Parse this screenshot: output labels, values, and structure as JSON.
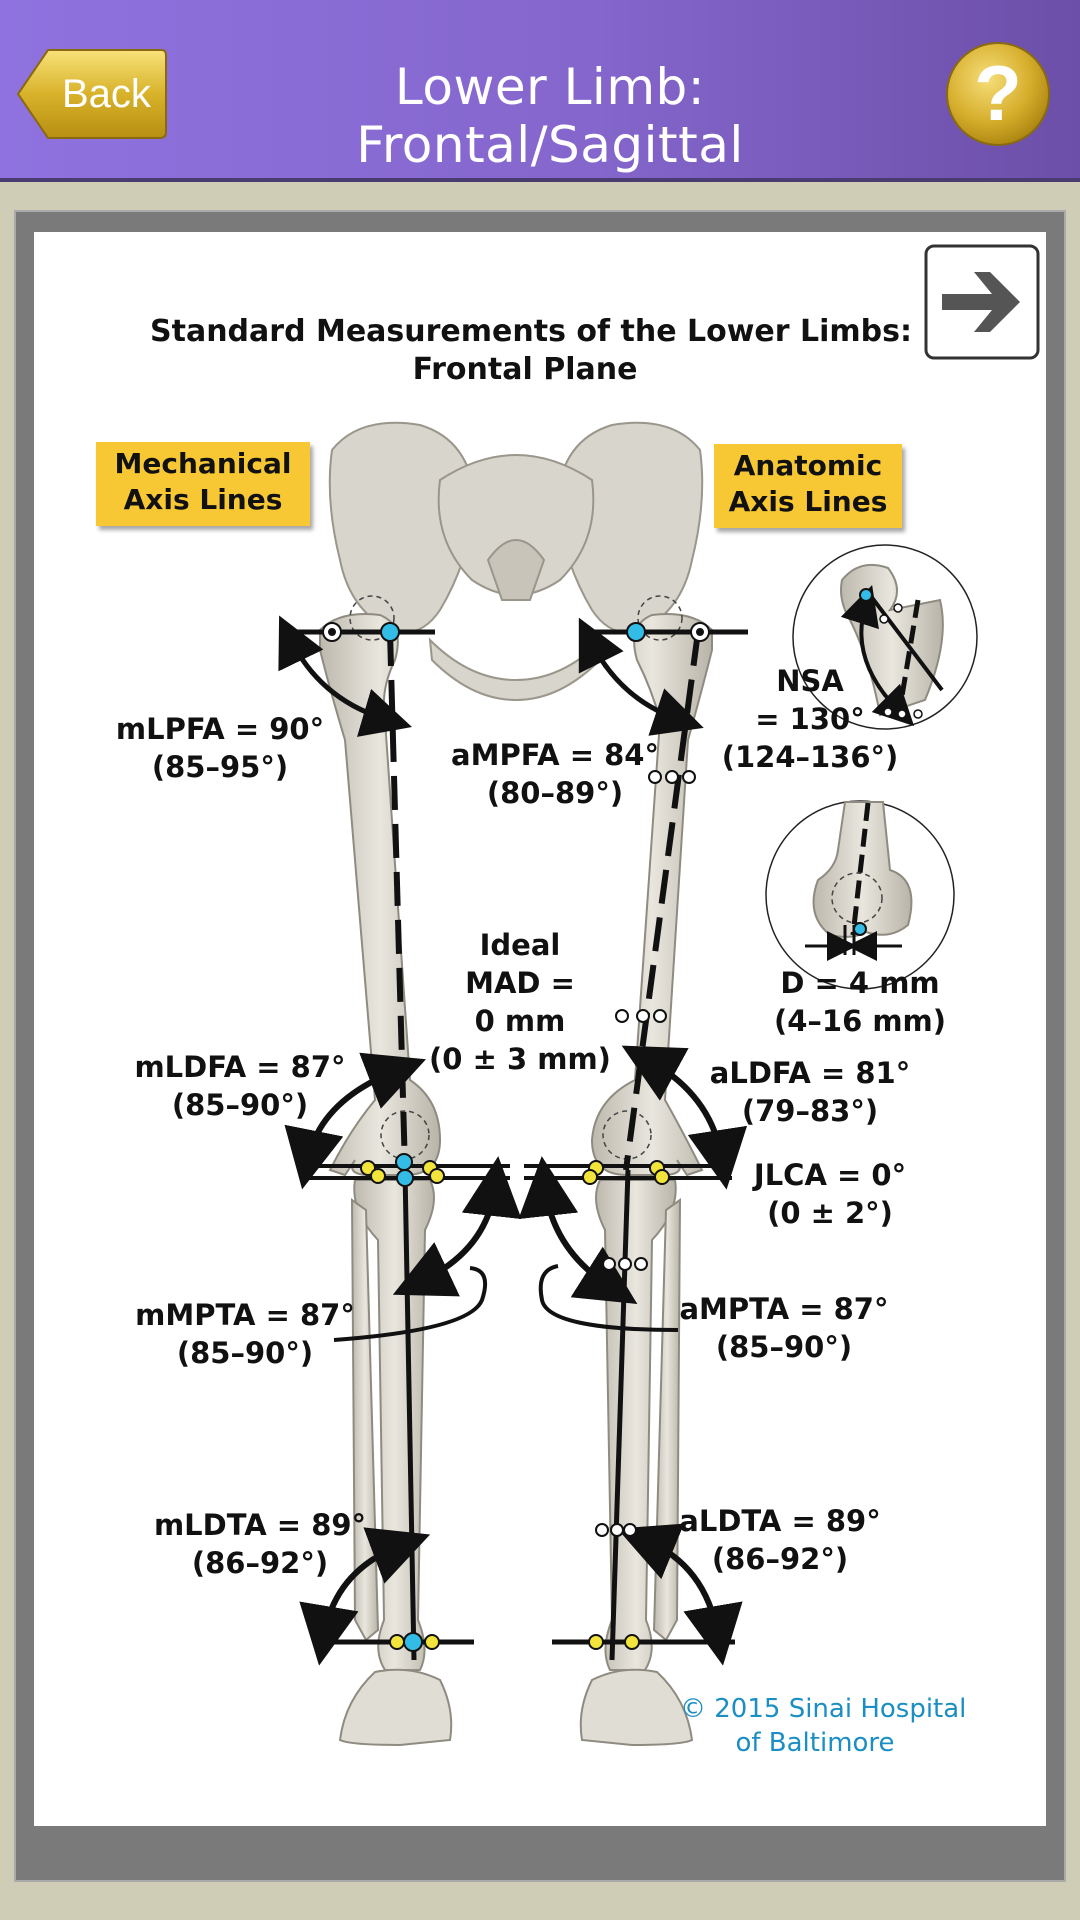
{
  "header": {
    "title": "Lower Limb: Frontal/Sagittal",
    "back_label": "Back",
    "help_symbol": "?",
    "help_icon": "question-mark-icon",
    "accent_color": "#8466cc"
  },
  "diagram": {
    "title_line1": "Standard Measurements of the Lower Limbs:",
    "title_line2": "Frontal Plane",
    "next_icon": "arrow-right-icon",
    "tags": {
      "mechanical_1": "Mechanical",
      "mechanical_2": "Axis Lines",
      "anatomic_1": "Anatomic",
      "anatomic_2": "Axis Lines"
    },
    "labels": {
      "mlpfa": "mLPFA = 90°",
      "mlpfa_range": "(85–95°)",
      "ampfa": "aMPFA = 84°",
      "ampfa_range": "(80–89°)",
      "nsa_1": "NSA",
      "nsa_2": "= 130°",
      "nsa_range": "(124–136°)",
      "mad_1": "Ideal",
      "mad_2": "MAD =",
      "mad_3": "0 mm",
      "mad_range": "(0 ± 3 mm)",
      "d_value": "D = 4 mm",
      "d_range": "(4–16 mm)",
      "mldfa": "mLDFA = 87°",
      "mldfa_range": "(85–90°)",
      "aldfa": "aLDFA = 81°",
      "aldfa_range": "(79–83°)",
      "jlca": "JLCA = 0°",
      "jlca_range": "(0 ± 2°)",
      "mmpta": "mMPTA = 87°",
      "mmpta_range": "(85–90°)",
      "ampta": "aMPTA = 87°",
      "ampta_range": "(85–90°)",
      "mldta": "mLDTA = 89°",
      "mldta_range": "(86–92°)",
      "aldta": "aLDTA = 89°",
      "aldta_range": "(86–92°)"
    },
    "copyright_1": "© 2015 Sinai Hospital",
    "copyright_2": "of Baltimore",
    "colors": {
      "tag": "#f7c834",
      "bone": "#dcd9cf",
      "marker_blue": "#33bde6",
      "marker_yellow": "#f3e43c",
      "copyright": "#1b8ec4"
    }
  }
}
